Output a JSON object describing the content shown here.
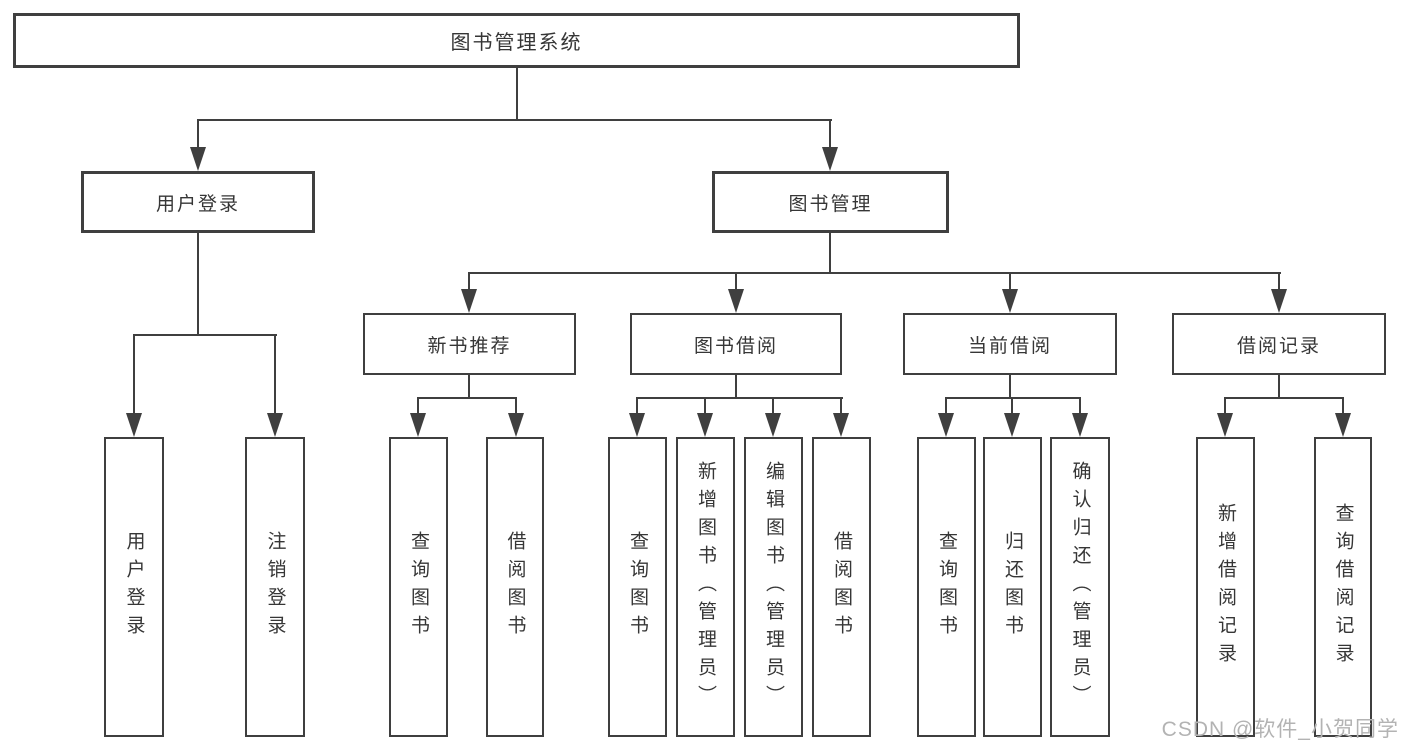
{
  "diagram": {
    "title": "图书管理系统",
    "level2": {
      "user_login": "用户登录",
      "book_mgmt": "图书管理"
    },
    "level3": {
      "new_book_rec": "新书推荐",
      "book_borrow": "图书借阅",
      "current_borrow": "当前借阅",
      "borrow_records": "借阅记录"
    },
    "leaves": {
      "login_1": "用户登录",
      "login_2": "注销登录",
      "rec_1": "查询图书",
      "rec_2": "借阅图书",
      "bb_1": "查询图书",
      "bb_2": "新增图书（管理员）",
      "bb_3": "编辑图书（管理员）",
      "bb_4": "借阅图书",
      "cb_1": "查询图书",
      "cb_2": "归还图书",
      "cb_3": "确认归还（管理员）",
      "br_1": "新增借阅记录",
      "br_2": "查询借阅记录"
    }
  },
  "watermark": "CSDN @软件_小贺同学",
  "colors": {
    "line": "#3f3f3f",
    "text": "#363636",
    "watermark": "#b3b3b3",
    "background": "#ffffff"
  }
}
